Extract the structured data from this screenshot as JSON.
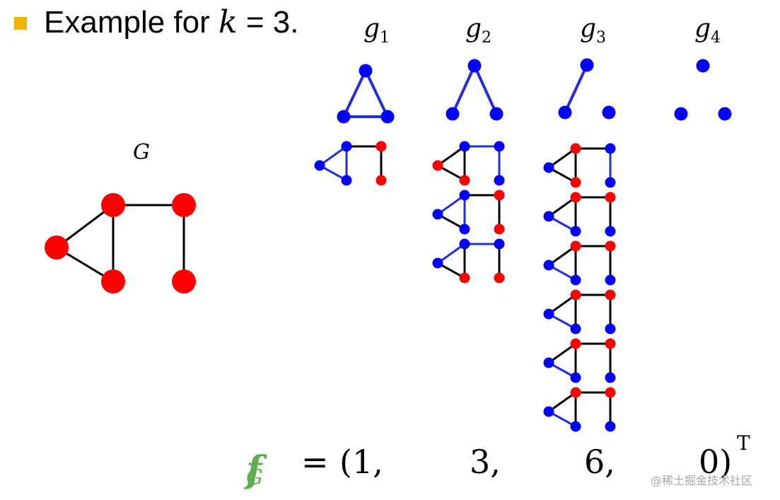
{
  "heading": {
    "prefix": "Example for ",
    "var": "k",
    "suffix": " = 3."
  },
  "colors": {
    "accent": "#f0b400",
    "node_red": "#ff0000",
    "node_blue": "#0000ff",
    "edge_blue": "#1f2fe0",
    "edge_black": "#000000",
    "formula_green": "#5fae4f"
  },
  "graphlet_labels": [
    {
      "base": "g",
      "sub": "1"
    },
    {
      "base": "g",
      "sub": "2"
    },
    {
      "base": "g",
      "sub": "3"
    },
    {
      "base": "g",
      "sub": "4"
    }
  ],
  "graph_label": "G",
  "formula": {
    "var": "f",
    "var_sub": "G",
    "equals": "=",
    "open": "(1,",
    "v2": "3,",
    "v3": "6,",
    "close": "0)",
    "transpose": "T"
  },
  "watermark": "@稀土掘金技术社区",
  "graphlet_edges": [
    [
      [
        0,
        1
      ],
      [
        0,
        2
      ],
      [
        1,
        2
      ]
    ],
    [
      [
        0,
        1
      ],
      [
        0,
        2
      ]
    ],
    [
      [
        0,
        1
      ]
    ],
    []
  ],
  "graph_nodes": [
    "a",
    "b",
    "c",
    "d",
    "e"
  ],
  "graph_edges": [
    [
      "a",
      "b"
    ],
    [
      "a",
      "c"
    ],
    [
      "b",
      "c"
    ],
    [
      "b",
      "d"
    ],
    [
      "d",
      "e"
    ]
  ],
  "matches": [
    [
      {
        "nodes": [
          "a",
          "b",
          "c"
        ],
        "edges": [
          [
            "a",
            "b"
          ],
          [
            "a",
            "c"
          ],
          [
            "b",
            "c"
          ]
        ]
      }
    ],
    [
      {
        "nodes": [
          "b",
          "d",
          "e"
        ],
        "edges": [
          [
            "b",
            "d"
          ],
          [
            "d",
            "e"
          ]
        ]
      },
      {
        "nodes": [
          "a",
          "b",
          "c"
        ],
        "edges": [
          [
            "a",
            "b"
          ],
          [
            "b",
            "c"
          ]
        ]
      },
      {
        "nodes": [
          "a",
          "b",
          "d"
        ],
        "edges": [
          [
            "a",
            "b"
          ],
          [
            "b",
            "d"
          ]
        ]
      }
    ],
    [
      {
        "nodes": [
          "a",
          "d",
          "e"
        ],
        "edges": [
          [
            "d",
            "e"
          ]
        ]
      },
      {
        "nodes": [
          "a",
          "c",
          "e"
        ],
        "edges": [
          [
            "a",
            "c"
          ]
        ]
      },
      {
        "nodes": [
          "a",
          "c",
          "e"
        ],
        "edges": [
          [
            "a",
            "c"
          ]
        ]
      },
      {
        "nodes": [
          "a",
          "c",
          "e"
        ],
        "edges": [
          [
            "a",
            "c"
          ]
        ]
      },
      {
        "nodes": [
          "a",
          "c",
          "e"
        ],
        "edges": [
          [
            "a",
            "c"
          ]
        ]
      },
      {
        "nodes": [
          "a",
          "c",
          "e"
        ],
        "edges": [
          [
            "a",
            "c"
          ]
        ]
      }
    ],
    []
  ]
}
